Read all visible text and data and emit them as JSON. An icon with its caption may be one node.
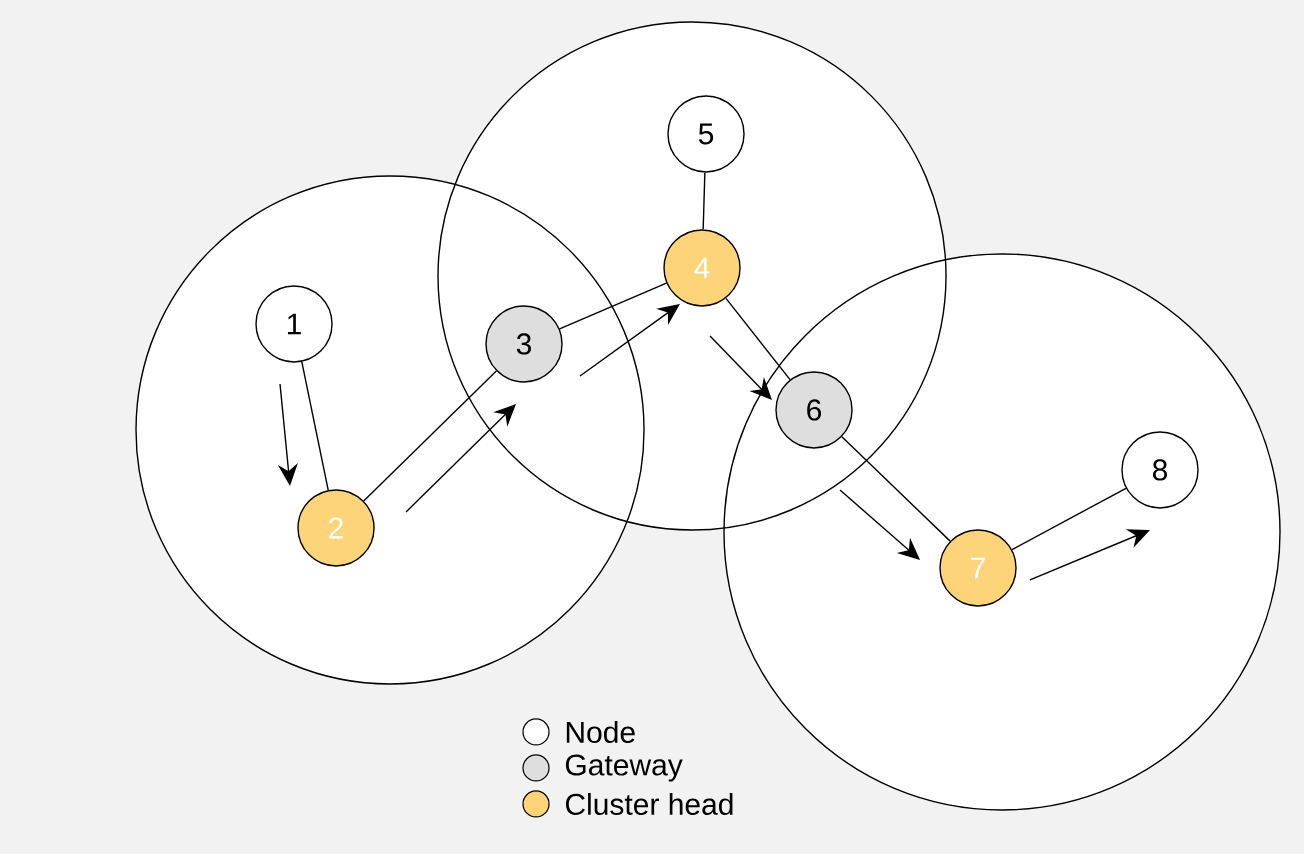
{
  "diagram": {
    "nodes": [
      {
        "text": [
          "1"
        ]
      },
      {
        "text": [
          "2"
        ]
      },
      {
        "text": [
          "3"
        ]
      },
      {
        "text": [
          "4"
        ]
      },
      {
        "text": [
          "5"
        ]
      },
      {
        "text": [
          "6"
        ]
      },
      {
        "text": [
          "7"
        ]
      },
      {
        "text": [
          "8"
        ]
      }
    ],
    "edges": [
      {
        "from": 0,
        "to": 1,
        "arrow": "none"
      },
      {
        "from": 1,
        "to": 2,
        "arrow": "none"
      },
      {
        "from": 2,
        "to": 3,
        "arrow": "none"
      },
      {
        "from": 3,
        "to": 4,
        "arrow": "none"
      },
      {
        "from": 3,
        "to": 5,
        "arrow": "none"
      },
      {
        "from": 5,
        "to": 6,
        "arrow": "none"
      },
      {
        "from": 6,
        "to": 7,
        "arrow": "none"
      }
    ],
    "legend": [
      {
        "text": "Node",
        "color": "#ffffff"
      },
      {
        "text": "Gateway",
        "color": "#dedede"
      },
      {
        "text": "Cluster head",
        "color": "#fdd47a"
      }
    ]
  }
}
